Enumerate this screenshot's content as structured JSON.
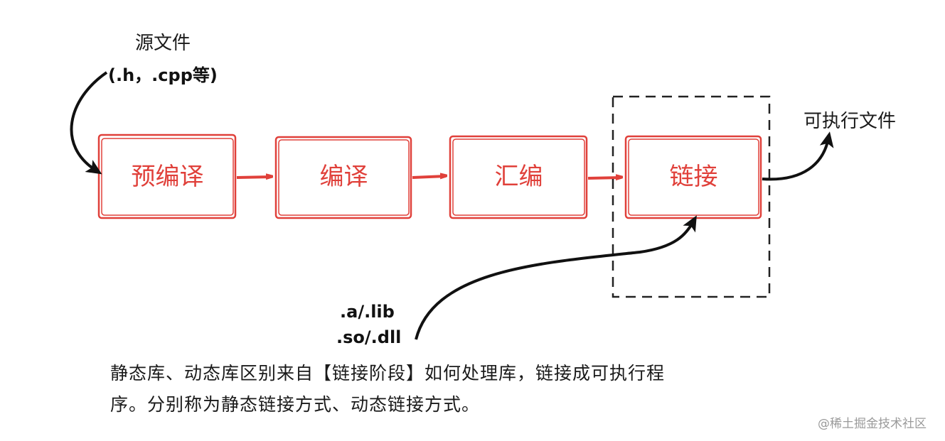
{
  "source": {
    "title": "源文件",
    "ext": "(.h，.cpp等)"
  },
  "stages": [
    "预编译",
    "编译",
    "汇编",
    "链接"
  ],
  "output": "可执行文件",
  "libs": {
    "static": ".a/.lib",
    "dynamic": ".so/.dll"
  },
  "caption": {
    "line1": "静态库、动态库区别来自【链接阶段】如何处理库，链接成可执行程",
    "line2": "序。分别称为静态链接方式、动态链接方式。"
  },
  "watermark": "@稀土掘金技术社区",
  "colors": {
    "stage": "#e0403a",
    "arrow": "#111111",
    "dashed": "#222222"
  }
}
